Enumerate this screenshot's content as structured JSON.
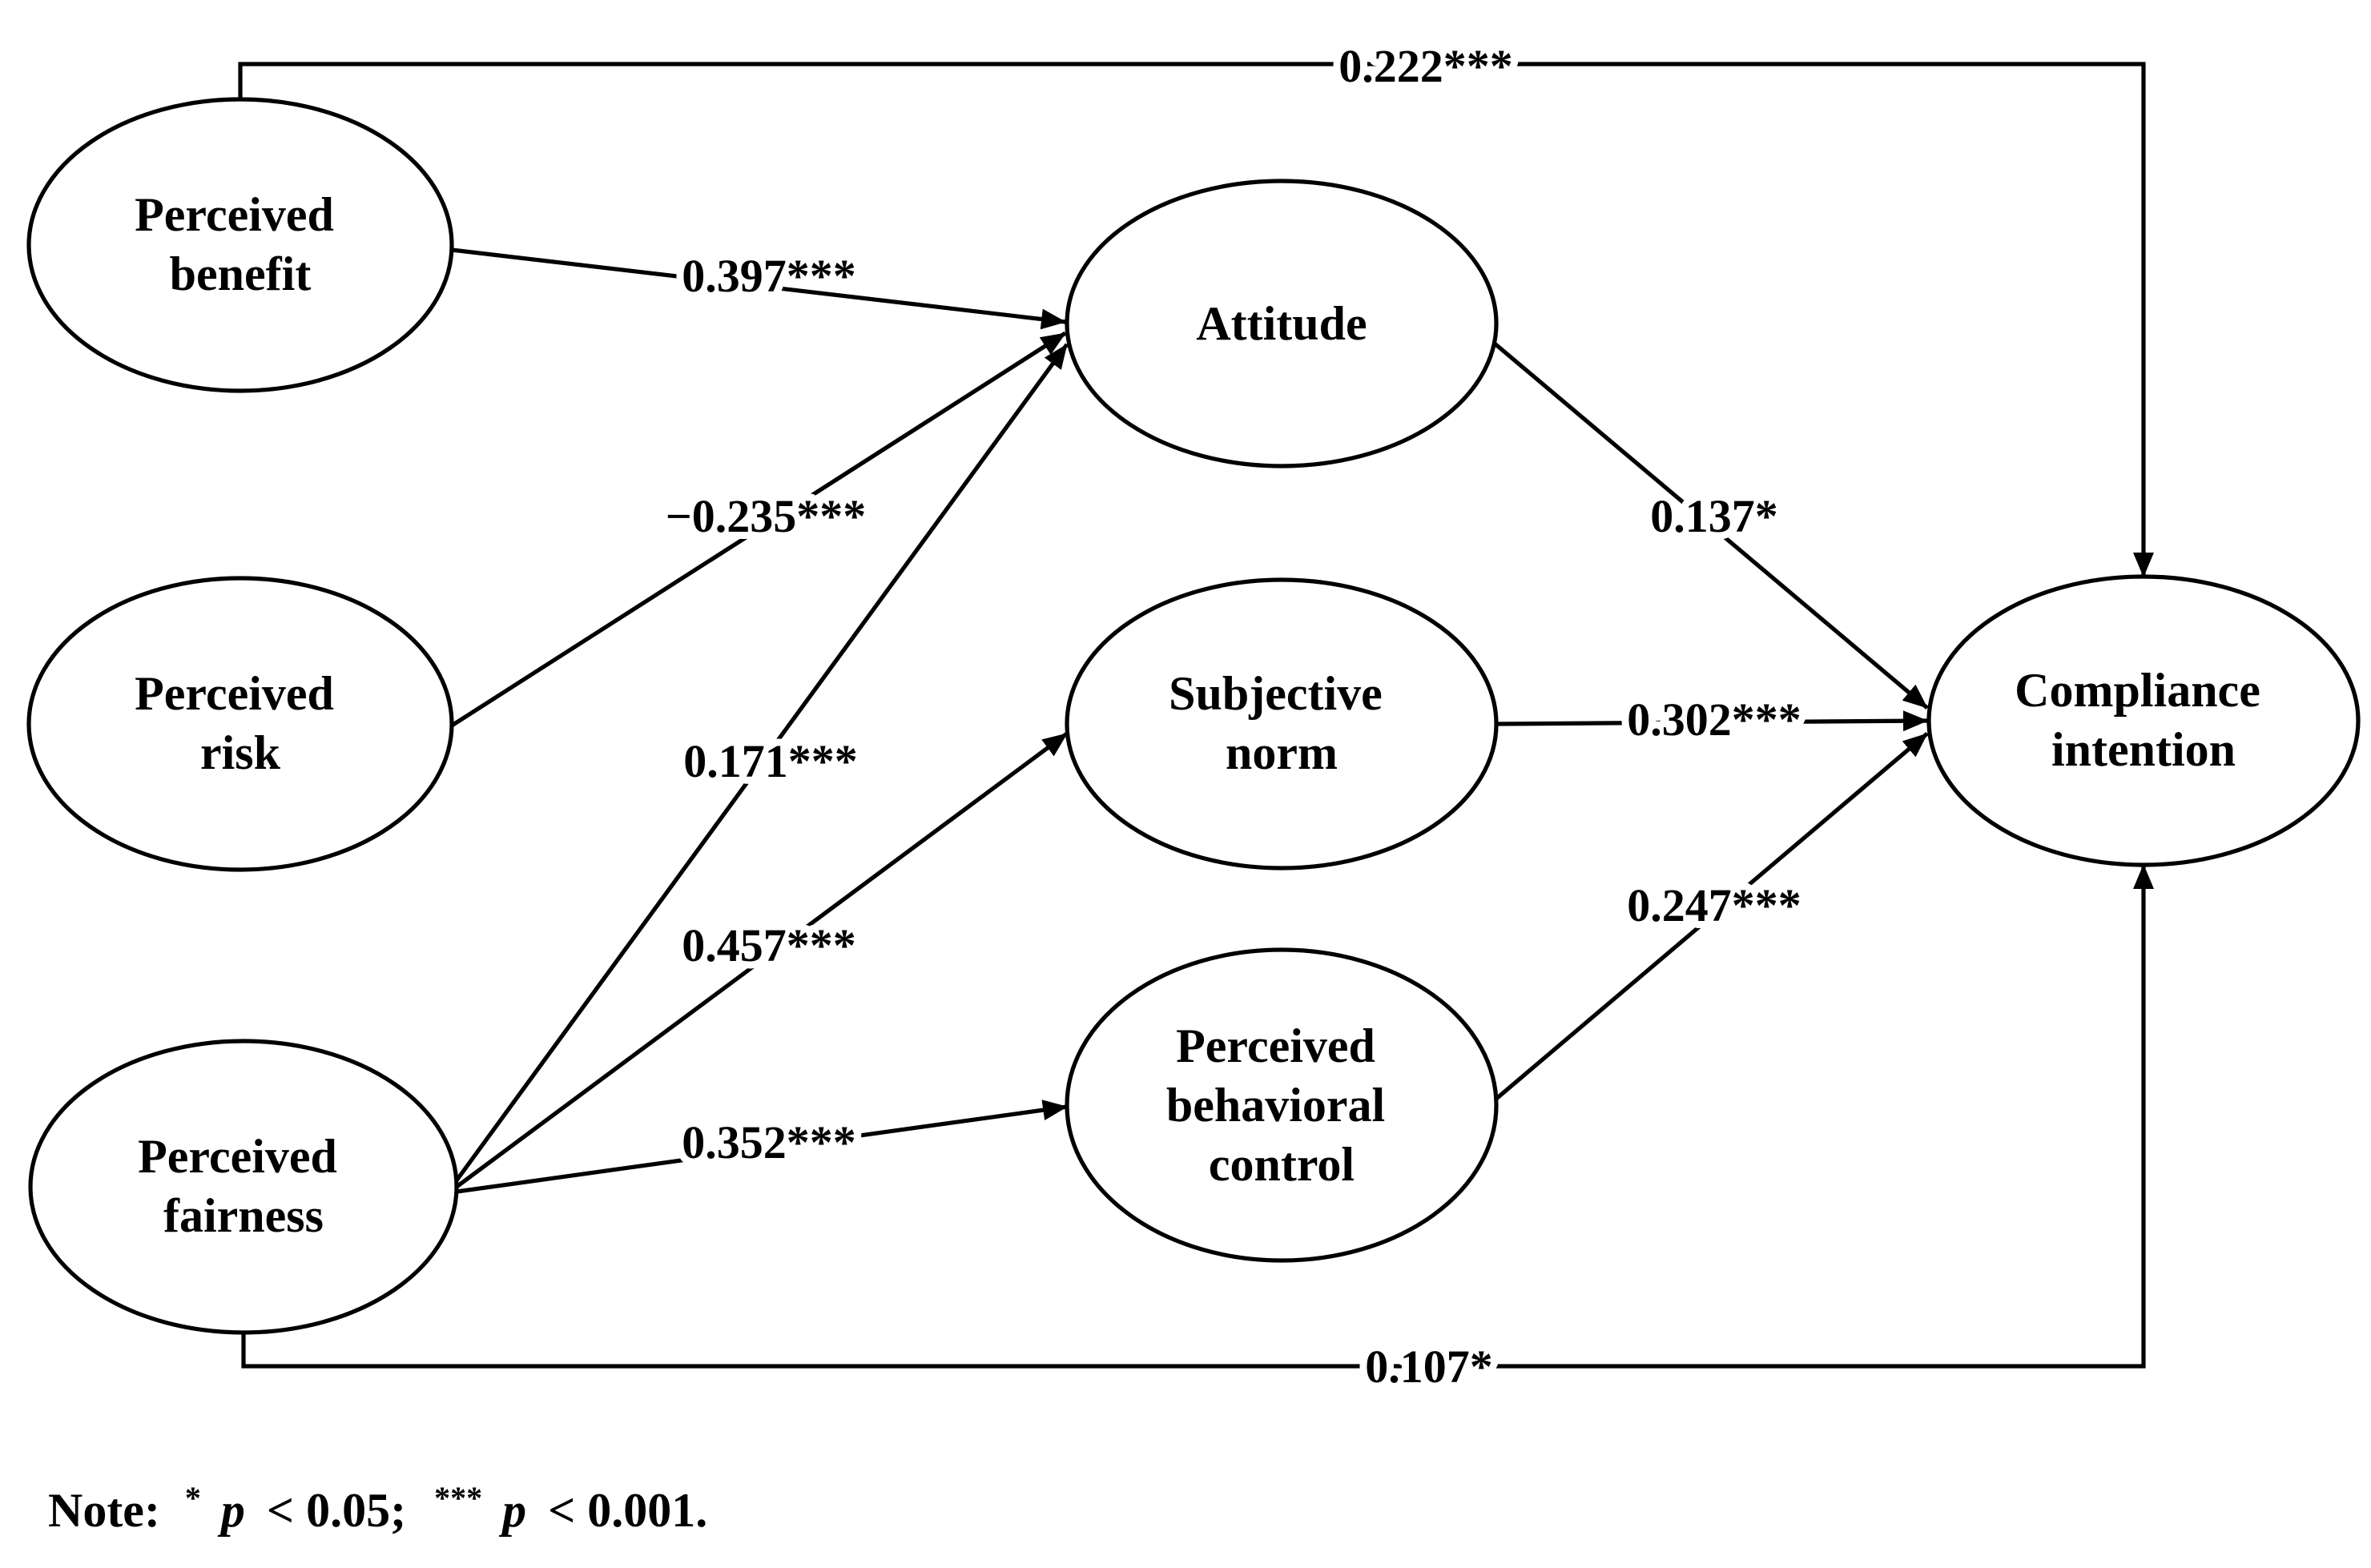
{
  "figure": {
    "background_color": "#ffffff",
    "ink_color": "#000000",
    "type": "structural-model-path-diagram"
  },
  "nodes": {
    "perceived_benefit": {
      "lines": [
        "Perceived",
        "benefit"
      ]
    },
    "perceived_risk": {
      "lines": [
        "Perceived",
        "risk"
      ]
    },
    "perceived_fairness": {
      "lines": [
        "Perceived",
        "fairness"
      ]
    },
    "attitude": {
      "lines": [
        "Attitude"
      ]
    },
    "subjective_norm": {
      "lines": [
        "Subjective",
        "norm"
      ]
    },
    "perceived_behavioral_control": {
      "lines": [
        "Perceived",
        "behavioral",
        "control"
      ]
    },
    "compliance_intention": {
      "lines": [
        "Compliance",
        "intention"
      ]
    }
  },
  "edges": [
    {
      "from": "Perceived benefit",
      "to": "Compliance intention",
      "coefficient": "0.222***"
    },
    {
      "from": "Perceived benefit",
      "to": "Attitude",
      "coefficient": "0.397***"
    },
    {
      "from": "Perceived risk",
      "to": "Attitude",
      "coefficient": "−0.235***"
    },
    {
      "from": "Perceived fairness",
      "to": "Attitude",
      "coefficient": "0.171***"
    },
    {
      "from": "Perceived fairness",
      "to": "Subjective norm",
      "coefficient": "0.457***"
    },
    {
      "from": "Perceived fairness",
      "to": "Perceived behavioral control",
      "coefficient": "0.352***"
    },
    {
      "from": "Attitude",
      "to": "Compliance intention",
      "coefficient": "0.137*"
    },
    {
      "from": "Subjective norm",
      "to": "Compliance intention",
      "coefficient": "0.302***"
    },
    {
      "from": "Perceived behavioral control",
      "to": "Compliance intention",
      "coefficient": "0.247***"
    },
    {
      "from": "Perceived fairness",
      "to": "Compliance intention",
      "coefficient": "0.107*"
    }
  ],
  "note": {
    "prefix": "Note:",
    "sig_05_stars": "*",
    "sig_05_p": "p",
    "sig_05_rest": "< 0.05;",
    "sig_001_stars": "***",
    "sig_001_p": "p",
    "sig_001_rest": "< 0.001."
  }
}
